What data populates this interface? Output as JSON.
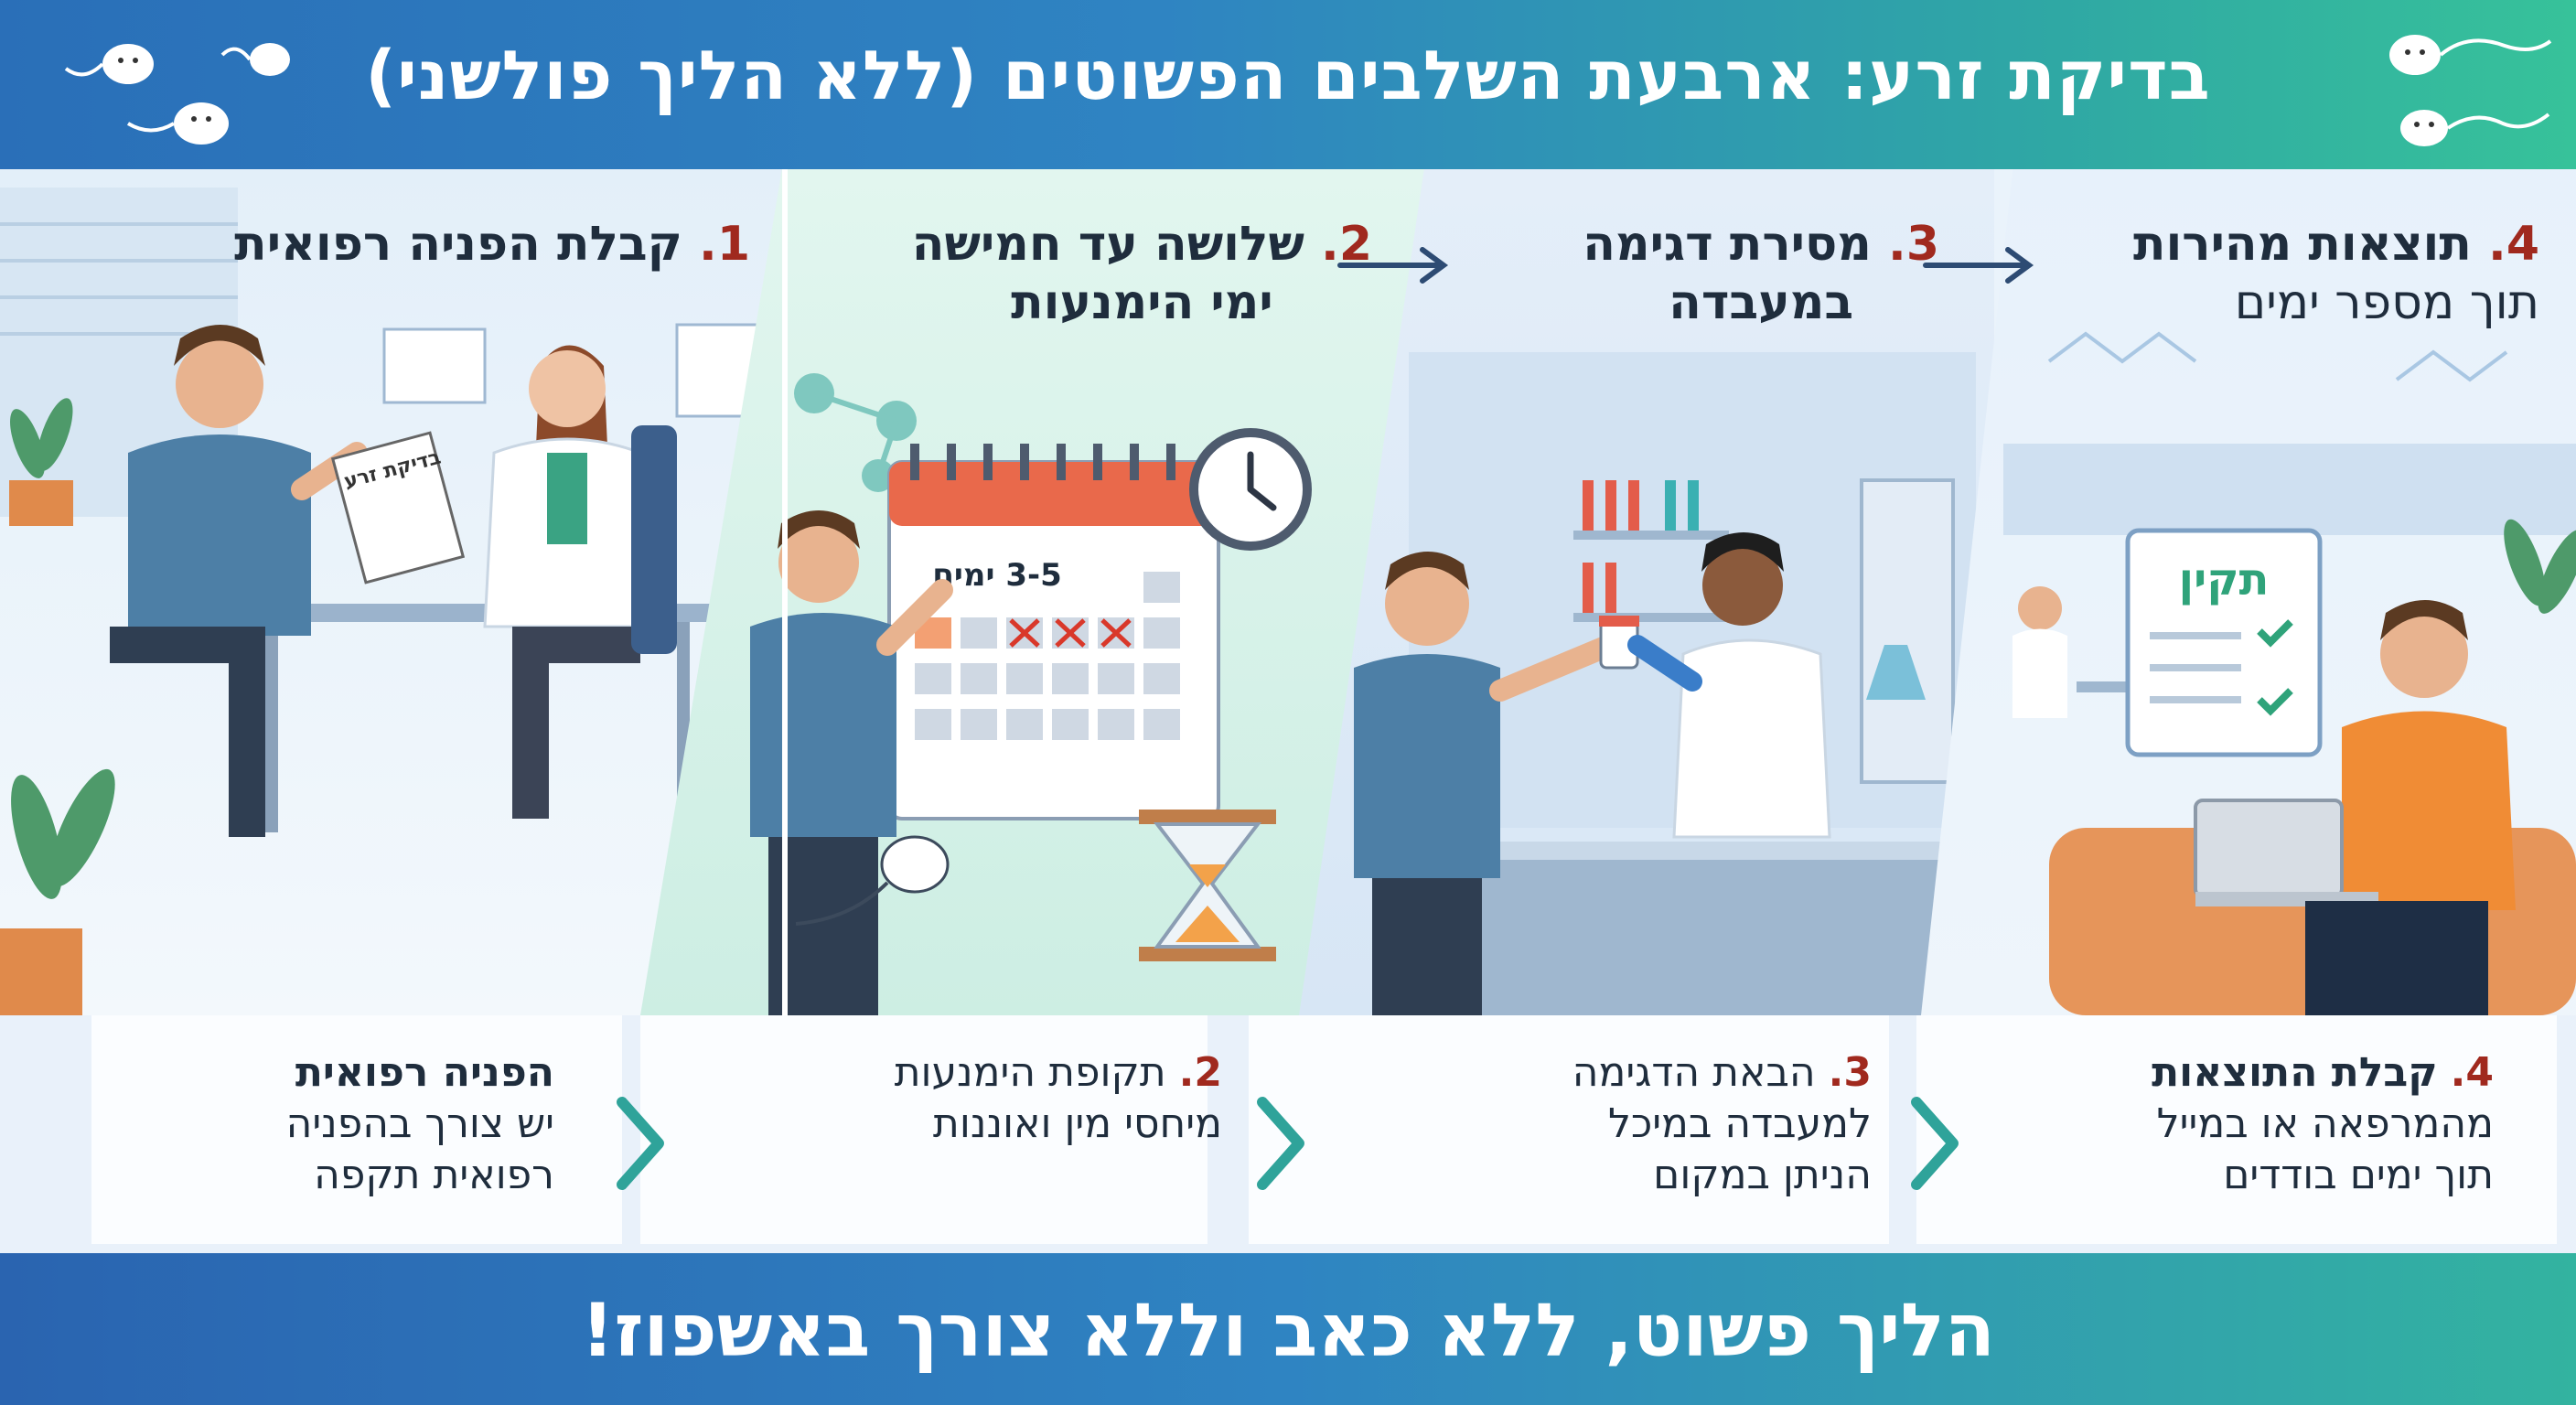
{
  "header": {
    "title": "בדיקת זרע: ארבעת השלבים הפשוטים (ללא הליך פולשני)"
  },
  "steps": [
    {
      "num": "1.",
      "title": "קבלת הפניה רפואית",
      "subtitle": ""
    },
    {
      "num": "2.",
      "title": "שלושה עד חמישה",
      "subtitle": "ימי הימנעות"
    },
    {
      "num": "3.",
      "title": "מסירת דגימה",
      "subtitle": "במעבדה"
    },
    {
      "num": "4.",
      "title": "תוצאות מהירות",
      "subtitle": "תוך מספר ימים"
    }
  ],
  "illustrations": {
    "referral_doc": "בדיקת זרע",
    "calendar_label": "3-5 ימים",
    "result_label": "תקין"
  },
  "cards": [
    {
      "num": "",
      "heading": "הפניה רפואית",
      "line1": "יש צורך בהפניה",
      "line2": "רפואית תקפה"
    },
    {
      "num": "2.",
      "heading": "תקופת הימנעות",
      "line1": "מיחסי מין ואוננות",
      "line2": ""
    },
    {
      "num": "3.",
      "heading": "הבאת הדגימה",
      "line1": "למעבדה במיכל",
      "line2": "הניתן במקום"
    },
    {
      "num": "4.",
      "heading": "קבלת התוצאות",
      "line1": "מהמרפאה או במייל",
      "line2": "תוך ימים בודדים"
    }
  ],
  "footer": {
    "text": "הליך פשוט, ללא כאב וללא צורך באשפוז!"
  },
  "colors": {
    "step_number": "#a0291e",
    "accent_teal": "#2fa39a",
    "header_blue": "#2a6fb8"
  }
}
